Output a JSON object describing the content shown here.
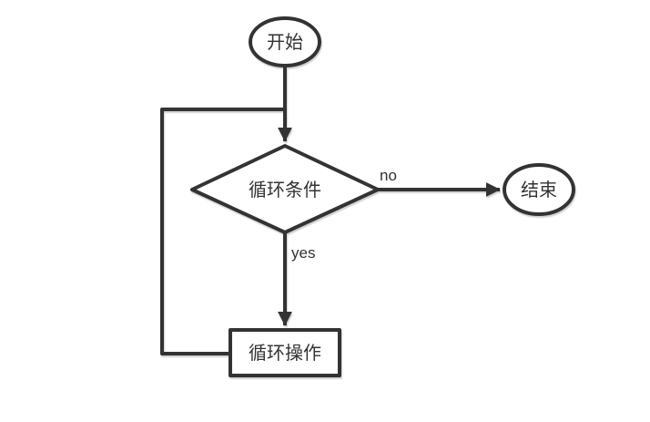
{
  "diagram": {
    "type": "flowchart",
    "description": "loop control flow diagram",
    "colors": {
      "stroke": "#333333",
      "shape_fill": "#ffffff",
      "text": "#333333",
      "background": "#ffffff"
    },
    "nodes": {
      "start": {
        "shape": "ellipse",
        "label": "开始"
      },
      "condition": {
        "shape": "diamond",
        "label": "循环条件"
      },
      "end": {
        "shape": "ellipse",
        "label": "结束"
      },
      "operation": {
        "shape": "rectangle",
        "label": "循环操作"
      }
    },
    "edges": {
      "start_to_condition": {
        "from": "start",
        "to": "condition",
        "label": ""
      },
      "condition_to_end": {
        "from": "condition",
        "to": "end",
        "label": "no"
      },
      "condition_to_operation": {
        "from": "condition",
        "to": "operation",
        "label": "yes"
      },
      "operation_to_condition": {
        "from": "operation",
        "to": "condition",
        "label": ""
      }
    }
  }
}
